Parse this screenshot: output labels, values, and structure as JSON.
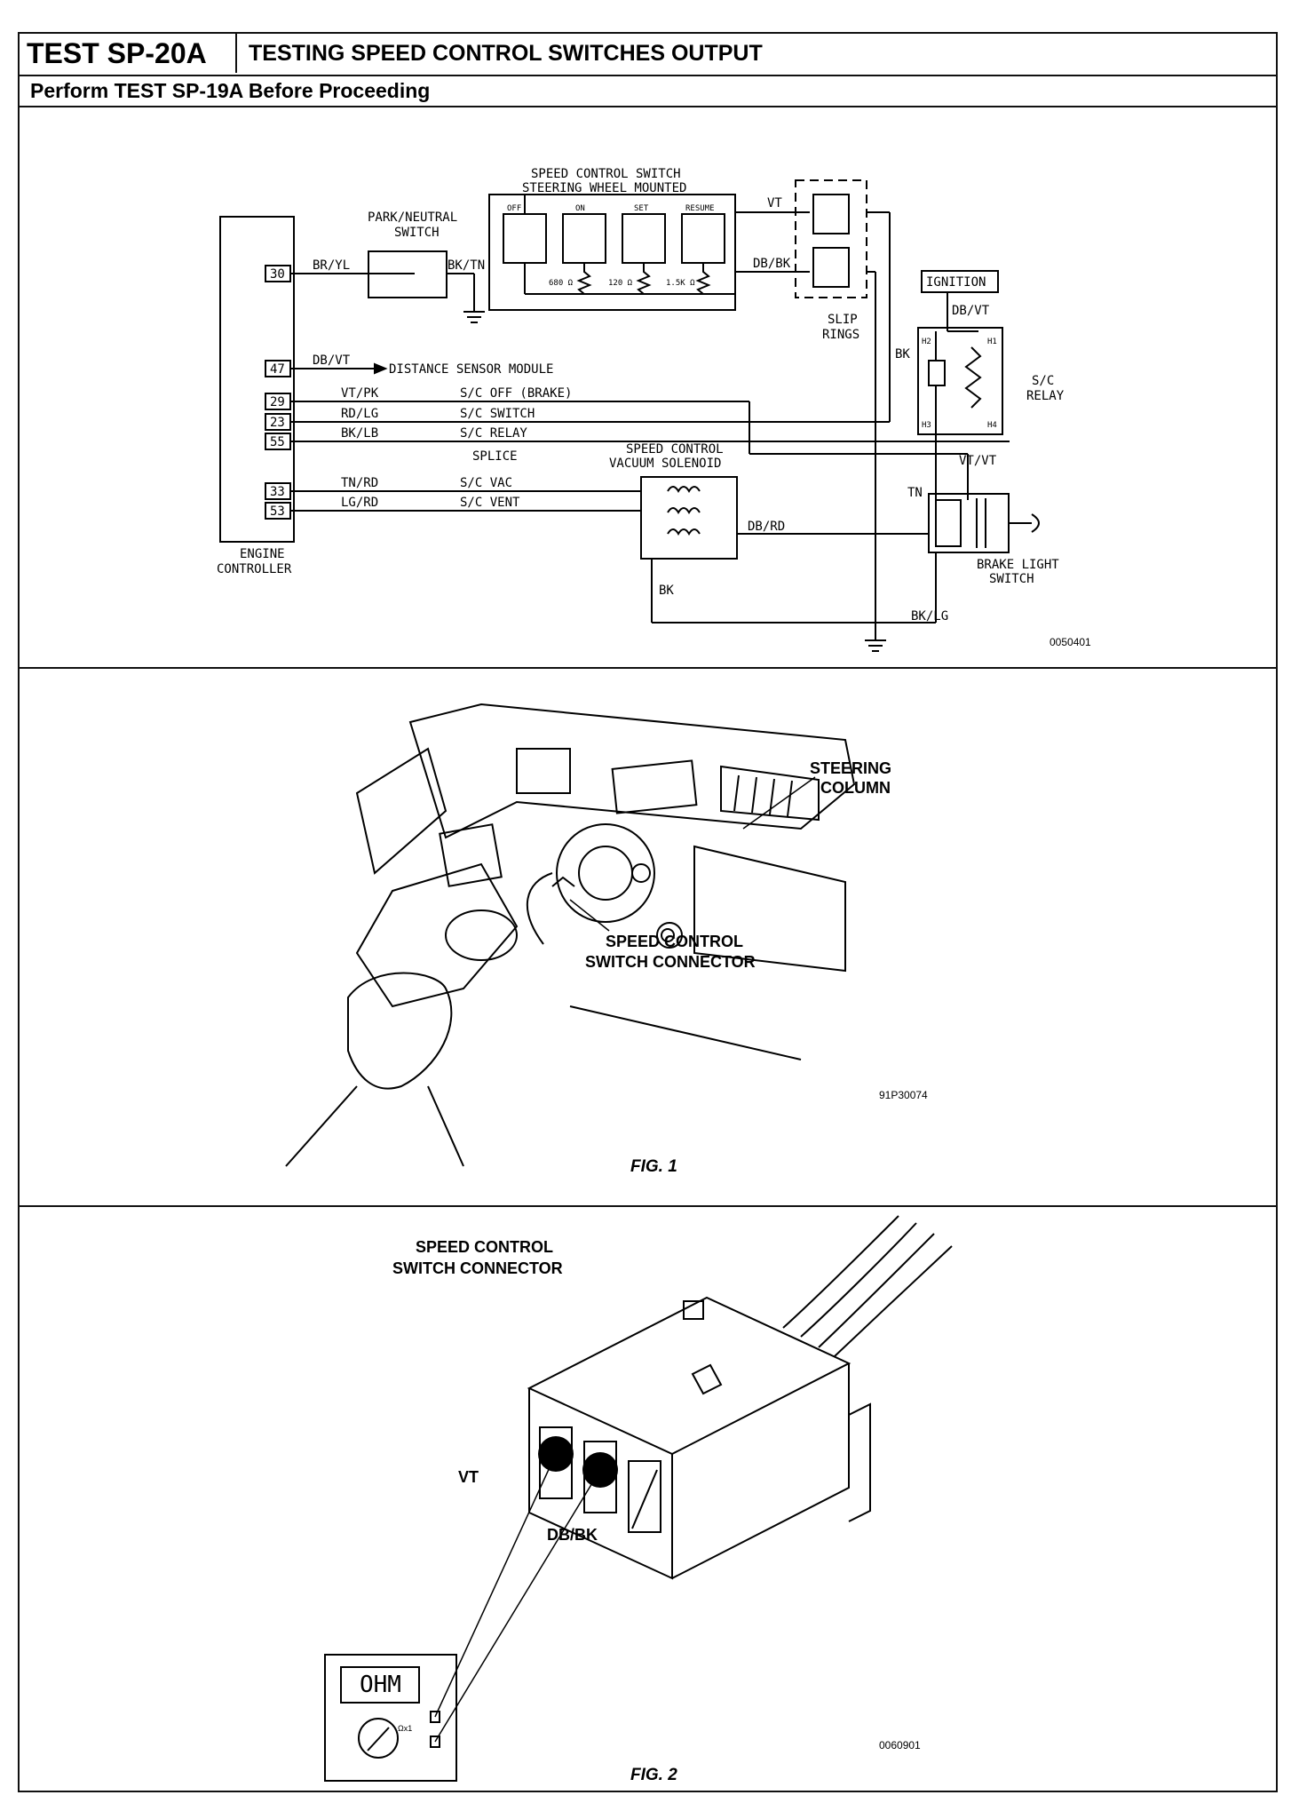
{
  "header": {
    "test_code": "TEST SP-20A",
    "title": "TESTING SPEED CONTROL SWITCHES OUTPUT"
  },
  "subheader": "Perform TEST SP-19A Before Proceeding",
  "wiring": {
    "switch_title_1": "SPEED CONTROL SWITCH",
    "switch_title_2": "STEERING WHEEL MOUNTED",
    "switch_labels": [
      "OFF",
      "ON",
      "SET",
      "RESUME"
    ],
    "resistor_labels": [
      "680 Ω",
      "120 Ω",
      "1.5K Ω"
    ],
    "park_neutral_1": "PARK/NEUTRAL",
    "park_neutral_2": "SWITCH",
    "engine_controller_1": "ENGINE",
    "engine_controller_2": "CONTROLLER",
    "slip_rings_1": "SLIP",
    "slip_rings_2": "RINGS",
    "ignition": "IGNITION",
    "relay_1": "S/C",
    "relay_2": "RELAY",
    "relay_pins": [
      "H2",
      "H1",
      "H3",
      "H4"
    ],
    "solenoid_1": "SPEED CONTROL",
    "solenoid_2": "VACUUM SOLENOID",
    "brake_switch_1": "BRAKE LIGHT",
    "brake_switch_2": "SWITCH",
    "splice": "SPLICE",
    "pins": [
      "30",
      "47",
      "29",
      "23",
      "55",
      "33",
      "53"
    ],
    "wires": {
      "br_yl": "BR/YL",
      "bk_tn": "BK/TN",
      "db_vt_47": "DB/VT",
      "distance": "DISTANCE SENSOR MODULE",
      "vt_pk": "VT/PK",
      "sc_off": "S/C OFF (BRAKE)",
      "rd_lg": "RD/LG",
      "sc_switch": "S/C SWITCH",
      "bk_lb": "BK/LB",
      "sc_relay": "S/C RELAY",
      "tn_rd": "TN/RD",
      "sc_vac": "S/C VAC",
      "lg_rd": "LG/RD",
      "sc_vent": "S/C VENT",
      "vt": "VT",
      "db_bk": "DB/BK",
      "bk": "BK",
      "db_vt": "DB/VT",
      "vt_vt": "VT/VT",
      "tn": "TN",
      "db_rd": "DB/RD",
      "bk_sol": "BK",
      "bk_lg": "BK/LG"
    },
    "ref": "0050401"
  },
  "figure1": {
    "steering_1": "STEERING",
    "steering_2": "COLUMN",
    "connector_1": "SPEED CONTROL",
    "connector_2": "SWITCH CONNECTOR",
    "ref": "91P30074",
    "caption": "FIG. 1"
  },
  "figure2": {
    "connector_1": "SPEED CONTROL",
    "connector_2": "SWITCH CONNECTOR",
    "vt": "VT",
    "db_bk": "DB/BK",
    "meter": "OHM",
    "range": "Ωx1",
    "ref": "0060901",
    "caption": "FIG. 2"
  }
}
